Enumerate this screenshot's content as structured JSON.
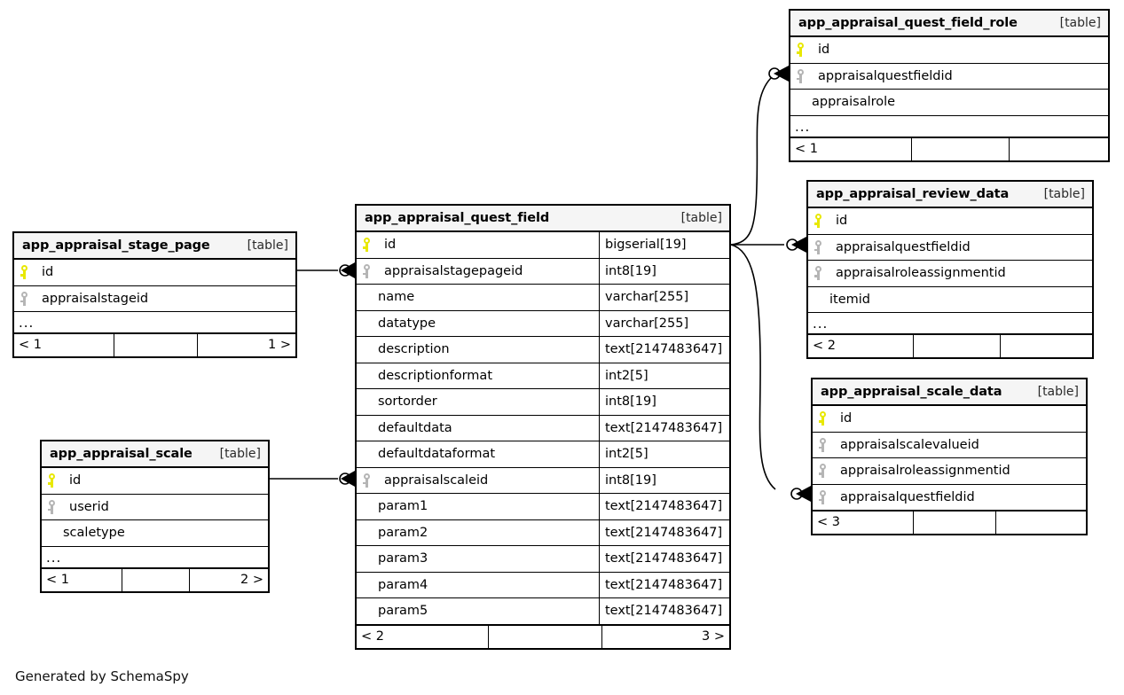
{
  "diagram": {
    "credit": "Generated by SchemaSpy",
    "kind_label": "[table]",
    "ellipsis": "...",
    "colors": {
      "primary_key": "#e8e800",
      "foreign_key": "#b5b5b5",
      "header_background": "#f5f5f5",
      "border": "#000000",
      "background": "#ffffff"
    }
  },
  "tables": {
    "quest_field": {
      "name": "app_appraisal_quest_field",
      "kind": "[table]",
      "columns": [
        {
          "key": "pk",
          "name": "id",
          "type": "bigserial[19]"
        },
        {
          "key": "fk",
          "name": "appraisalstagepageid",
          "type": "int8[19]"
        },
        {
          "key": "",
          "name": "name",
          "type": "varchar[255]"
        },
        {
          "key": "",
          "name": "datatype",
          "type": "varchar[255]"
        },
        {
          "key": "",
          "name": "description",
          "type": "text[2147483647]"
        },
        {
          "key": "",
          "name": "descriptionformat",
          "type": "int2[5]"
        },
        {
          "key": "",
          "name": "sortorder",
          "type": "int8[19]"
        },
        {
          "key": "",
          "name": "defaultdata",
          "type": "text[2147483647]"
        },
        {
          "key": "",
          "name": "defaultdataformat",
          "type": "int2[5]"
        },
        {
          "key": "fk",
          "name": "appraisalscaleid",
          "type": "int8[19]"
        },
        {
          "key": "",
          "name": "param1",
          "type": "text[2147483647]"
        },
        {
          "key": "",
          "name": "param2",
          "type": "text[2147483647]"
        },
        {
          "key": "",
          "name": "param3",
          "type": "text[2147483647]"
        },
        {
          "key": "",
          "name": "param4",
          "type": "text[2147483647]"
        },
        {
          "key": "",
          "name": "param5",
          "type": "text[2147483647]"
        }
      ],
      "has_ellipsis": false,
      "footer": [
        "< 2",
        "",
        "3 >"
      ]
    },
    "quest_field_role": {
      "name": "app_appraisal_quest_field_role",
      "kind": "[table]",
      "columns": [
        {
          "key": "pk",
          "name": "id",
          "type": ""
        },
        {
          "key": "fk",
          "name": "appraisalquestfieldid",
          "type": ""
        },
        {
          "key": "",
          "name": "appraisalrole",
          "type": ""
        }
      ],
      "has_ellipsis": true,
      "footer": [
        "< 1",
        "",
        ""
      ]
    },
    "review_data": {
      "name": "app_appraisal_review_data",
      "kind": "[table]",
      "columns": [
        {
          "key": "pk",
          "name": "id",
          "type": ""
        },
        {
          "key": "fk",
          "name": "appraisalquestfieldid",
          "type": ""
        },
        {
          "key": "fk",
          "name": "appraisalroleassignmentid",
          "type": ""
        },
        {
          "key": "",
          "name": "itemid",
          "type": ""
        }
      ],
      "has_ellipsis": true,
      "footer": [
        "< 2",
        "",
        ""
      ]
    },
    "scale_data": {
      "name": "app_appraisal_scale_data",
      "kind": "[table]",
      "columns": [
        {
          "key": "pk",
          "name": "id",
          "type": ""
        },
        {
          "key": "fk",
          "name": "appraisalscalevalueid",
          "type": ""
        },
        {
          "key": "fk",
          "name": "appraisalroleassignmentid",
          "type": ""
        },
        {
          "key": "fk",
          "name": "appraisalquestfieldid",
          "type": ""
        }
      ],
      "has_ellipsis": false,
      "footer": [
        "< 3",
        "",
        ""
      ]
    },
    "stage_page": {
      "name": "app_appraisal_stage_page",
      "kind": "[table]",
      "columns": [
        {
          "key": "pk",
          "name": "id",
          "type": ""
        },
        {
          "key": "fk",
          "name": "appraisalstageid",
          "type": ""
        }
      ],
      "has_ellipsis": true,
      "footer": [
        "< 1",
        "",
        "1 >"
      ]
    },
    "scale": {
      "name": "app_appraisal_scale",
      "kind": "[table]",
      "columns": [
        {
          "key": "pk",
          "name": "id",
          "type": ""
        },
        {
          "key": "fk",
          "name": "userid",
          "type": ""
        },
        {
          "key": "",
          "name": "scaletype",
          "type": ""
        }
      ],
      "has_ellipsis": true,
      "footer": [
        "< 1",
        "",
        "2 >"
      ]
    }
  },
  "relationships": [
    {
      "from": "stage_page.id",
      "to": "quest_field.appraisalstagepageid",
      "cardinality": "zero-or-many"
    },
    {
      "from": "scale.id",
      "to": "quest_field.appraisalscaleid",
      "cardinality": "zero-or-many"
    },
    {
      "from": "quest_field.id",
      "to": "quest_field_role.appraisalquestfieldid",
      "cardinality": "zero-or-many"
    },
    {
      "from": "quest_field.id",
      "to": "review_data.appraisalquestfieldid",
      "cardinality": "zero-or-many"
    },
    {
      "from": "quest_field.id",
      "to": "scale_data.appraisalquestfieldid",
      "cardinality": "zero-or-many"
    }
  ]
}
